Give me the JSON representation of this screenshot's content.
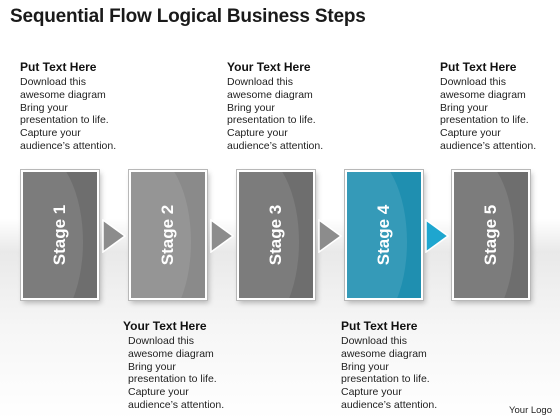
{
  "title": "Sequential Flow Logical Business Steps",
  "logo_text": "Your Logo",
  "colors": {
    "stage_gray": "#6e6e6e",
    "stage_gray_light": "#8a8a8a",
    "stage_accent": "#1f8fb0",
    "arrow_gray": "#8c8c8c",
    "arrow_accent": "#1ea6cf"
  },
  "stages": [
    {
      "label": "Stage 1",
      "active": false
    },
    {
      "label": "Stage 2",
      "active": false
    },
    {
      "label": "Stage 3",
      "active": false
    },
    {
      "label": "Stage 4",
      "active": true
    },
    {
      "label": "Stage 5",
      "active": false
    }
  ],
  "arrows": [
    {
      "active": false
    },
    {
      "active": false
    },
    {
      "active": false
    },
    {
      "active": true
    }
  ],
  "text_blocks": [
    {
      "heading": "Put Text Here",
      "lines": [
        "Download this",
        "awesome diagram",
        "Bring your",
        "presentation to life.",
        "Capture your",
        "audience’s attention."
      ]
    },
    {
      "heading": "Your Text Here",
      "lines": [
        "Download this",
        "awesome diagram",
        "Bring your",
        "presentation to life.",
        "Capture your",
        "audience’s attention."
      ]
    },
    {
      "heading": "Your Text Here",
      "lines": [
        "Download this",
        "awesome diagram",
        "Bring your",
        "presentation to life.",
        "Capture your",
        "audience’s attention."
      ]
    },
    {
      "heading": "Put Text Here",
      "lines": [
        "Download this",
        "awesome diagram",
        "Bring your",
        "presentation to life.",
        "Capture your",
        "audience’s attention."
      ]
    },
    {
      "heading": "Put Text Here",
      "lines": [
        "Download this",
        "awesome diagram",
        "Bring your",
        "presentation to life.",
        "Capture your",
        "audience’s attention."
      ]
    }
  ]
}
